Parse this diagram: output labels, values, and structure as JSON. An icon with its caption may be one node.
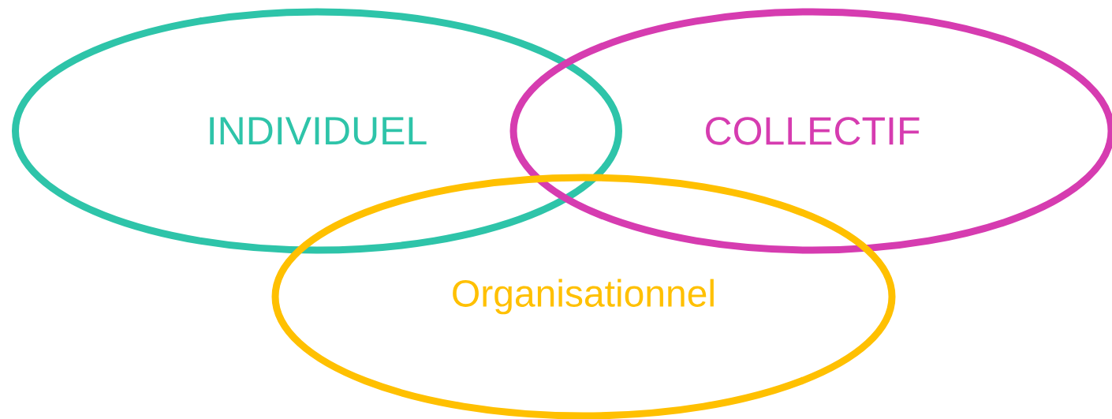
{
  "diagram": {
    "nodes": [
      {
        "text": [
          "INDIVIDUEL"
        ]
      },
      {
        "text": [
          "COLLECTIF"
        ]
      },
      {
        "text": [
          "Organisationnel"
        ]
      }
    ]
  }
}
